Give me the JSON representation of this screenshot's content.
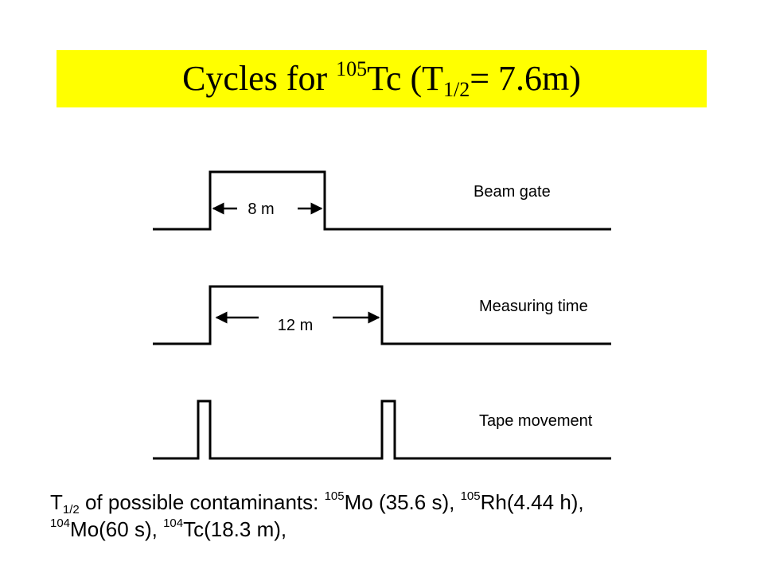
{
  "title": {
    "prefix": "Cycles  for ",
    "mass_number": "105",
    "element": "Tc (T",
    "half_life_sub": "1/2",
    "suffix": "= 7.6m)"
  },
  "signals": [
    {
      "label": "Beam gate",
      "duration_label": "8 m"
    },
    {
      "label": "Measuring time",
      "duration_label": "12 m"
    },
    {
      "label": "Tape movement"
    }
  ],
  "footer": {
    "t": "T",
    "t_sub": "1/2",
    "text1": " of possible contaminants: ",
    "mo105_mass": "105",
    "mo105_text": "Mo (35.6 s), ",
    "rh105_mass": "105",
    "rh105_text": "Rh(4.44 h),",
    "mo104_mass": "104",
    "mo104_text": "Mo(60 s), ",
    "tc104_mass": "104",
    "tc104_text": "Tc(18.3 m),"
  },
  "colors": {
    "title_background": "#ffff00",
    "line": "#000000"
  }
}
